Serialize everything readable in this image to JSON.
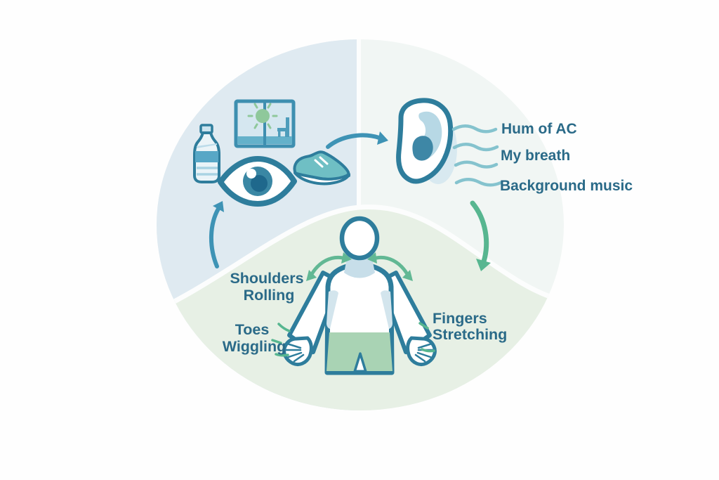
{
  "palette": {
    "outline_teal": "#2e7d9c",
    "arrow_teal": "#3e93b5",
    "light_teal": "#85c3ce",
    "arrow_green": "#57b690",
    "text_teal": "#2a6a88",
    "see_section_bg": "#dfeaf1",
    "hear_section_bg": "#f1f6f4",
    "feel_section_bg": "#e7f0e5",
    "shorts_green": "#a9d3b4",
    "sun_green": "#8fc89b"
  },
  "sections": {
    "see": {
      "icons": [
        "water-bottle",
        "window-with-sun-and-chair",
        "eye",
        "sneaker"
      ]
    },
    "hear": {
      "icons": [
        "ear",
        "sound-waves"
      ],
      "items": [
        "Hum of AC",
        "My breath",
        "Background music"
      ]
    },
    "feel": {
      "icons": [
        "person-arms-out",
        "shoulder-roll-arrows",
        "hand-motion-dashes"
      ],
      "labels": {
        "shoulders": {
          "line1": "Shoulders",
          "line2": "Rolling"
        },
        "toes": {
          "line1": "Toes",
          "line2": "Wiggling"
        },
        "fingers": {
          "line1": "Fingers",
          "line2": "Stretching"
        }
      }
    }
  }
}
